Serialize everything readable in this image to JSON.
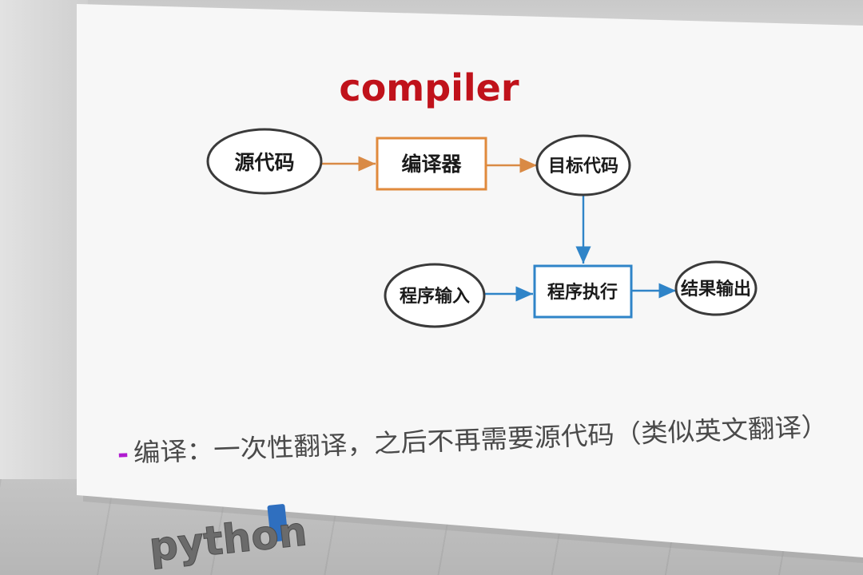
{
  "slide": {
    "title": "compiler",
    "nodes": {
      "source_code": "源代码",
      "compiler": "编译器",
      "target_code": "目标代码",
      "program_input": "程序输入",
      "program_execution": "程序执行",
      "result_output": "结果输出"
    },
    "bullet": {
      "dash": "-",
      "text": "编译：一次性翻译，之后不再需要源代码（类似英文翻译）"
    },
    "logo": {
      "text": "python"
    },
    "colors": {
      "title": "#c0121b",
      "orange_accent": "#e08a3c",
      "blue_accent": "#2f84c8",
      "bullet_dash": "#b01bd0",
      "logo_mark": "#2f6fbf"
    }
  }
}
